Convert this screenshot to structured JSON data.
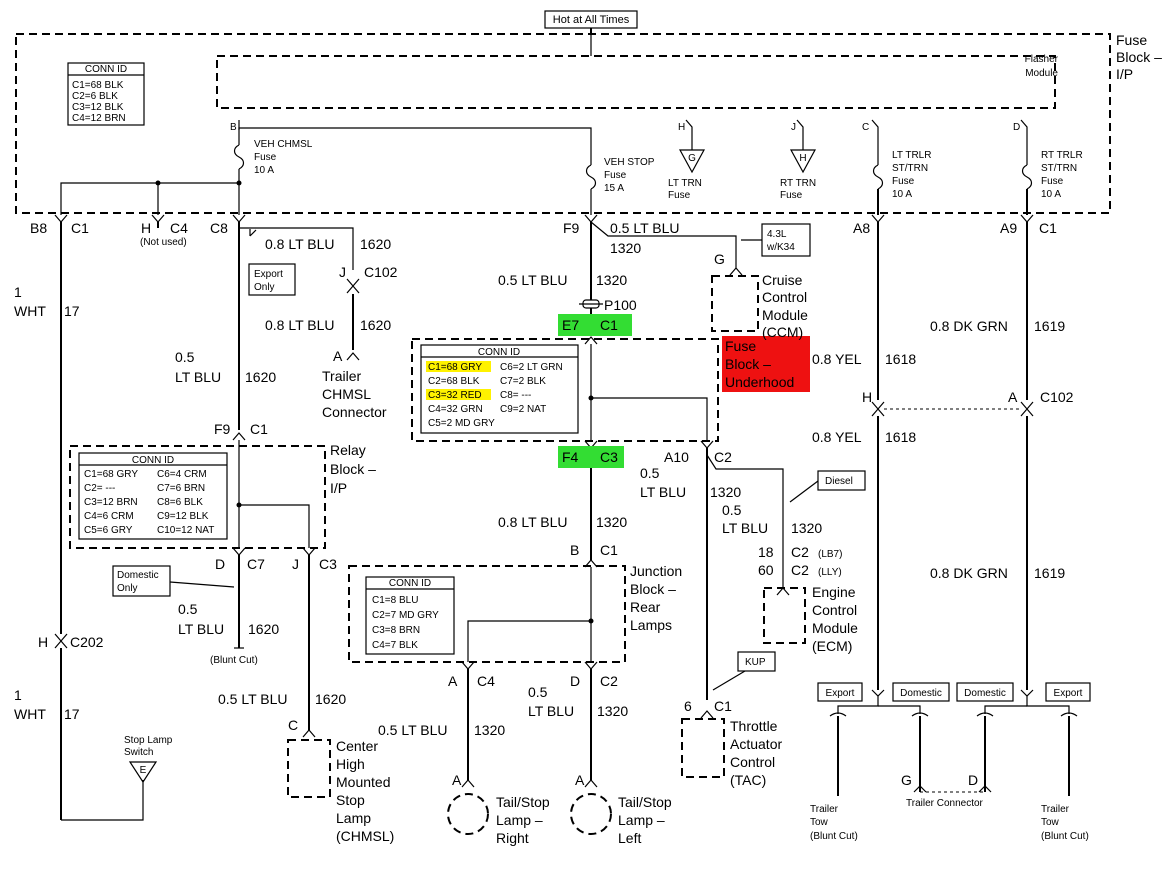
{
  "top": {
    "hot_label": "Hot at All Times"
  },
  "fuse_block_ip": {
    "title": [
      "Fuse",
      "Block –",
      "I/P"
    ],
    "flasher": [
      "Flasher",
      "Module"
    ],
    "conn_id": {
      "header": "CONN ID",
      "rows": [
        "C1=68 BLK",
        "C2=6 BLK",
        "C3=12 BLK",
        "C4=12 BRN"
      ]
    },
    "veh_chmsl": {
      "pin": "B",
      "name": "VEH CHMSL",
      "type": "Fuse",
      "rating": "10 A"
    },
    "veh_stop": {
      "name": "VEH STOP",
      "type": "Fuse",
      "rating": "15 A"
    },
    "lt_trn": {
      "pin": "H",
      "glyph": "G",
      "name": "LT TRN",
      "type": "Fuse"
    },
    "rt_trn": {
      "pin": "J",
      "glyph": "H",
      "name": "RT TRN",
      "type": "Fuse"
    },
    "lt_trlr": {
      "pin": "C",
      "name": [
        "LT TRLR",
        "ST/TRN"
      ],
      "type": "Fuse",
      "rating": "10 A"
    },
    "rt_trlr": {
      "pin": "D",
      "name": [
        "RT TRLR",
        "ST/TRN"
      ],
      "type": "Fuse",
      "rating": "10 A"
    },
    "connectors": {
      "b8": "B8",
      "c1a": "C1",
      "h": "H",
      "c4": "C4",
      "not_used": "(Not used)",
      "c8": "C8",
      "f9": "F9",
      "a8": "A8",
      "a9": "A9",
      "c1b": "C1"
    }
  },
  "left": {
    "gauge1": "1",
    "color1": "WHT",
    "circuit1": "17",
    "h": "H",
    "c202": "C202",
    "gauge2": "1",
    "color2": "WHT",
    "circuit2": "17",
    "stop_switch": [
      "Stop Lamp",
      "Switch"
    ],
    "stop_switch_glyph": "E"
  },
  "chmsl_wire": {
    "label": "0.8 LT BLU",
    "circuit": "1620",
    "export_only": [
      "Export",
      "Only"
    ],
    "pin_j": "J",
    "c102": "C102",
    "label2": "0.8 LT BLU",
    "circuit2": "1620",
    "pin_a": "A",
    "conn": [
      "Trailer",
      "CHMSL",
      "Connector"
    ],
    "gauge": "0.5",
    "color": "LT BLU",
    "circuit3": "1620"
  },
  "relay_block": {
    "f9": "F9",
    "c1": "C1",
    "title": [
      "Relay",
      "Block –",
      "I/P"
    ],
    "conn_id": {
      "header": "CONN ID",
      "left": [
        "C1=68 GRY",
        "C2= ---",
        "C3=12 BRN",
        "C4=6 CRM",
        "C5=6 GRY"
      ],
      "right": [
        "C6=4 CRM",
        "C7=6 BRN",
        "C8=6 BLK",
        "C9=12 BLK",
        "C10=12 NAT"
      ]
    },
    "d": "D",
    "c7": "C7",
    "j": "J",
    "c3": "C3",
    "domestic_only": [
      "Domestic",
      "Only"
    ],
    "gauge": "0.5",
    "color": "LT BLU",
    "circuit": "1620",
    "blunt_cut": "(Blunt Cut)",
    "wire2": "0.5 LT BLU",
    "circuit2": "1620",
    "pin_c": "C",
    "chmsl_lamp": [
      "Center",
      "High",
      "Mounted",
      "Stop",
      "Lamp",
      "(CHMSL)"
    ]
  },
  "center": {
    "wire_top": "0.5 LT BLU",
    "circuit_top": "1320",
    "p100": "P100",
    "e7": "E7",
    "c1": "C1",
    "conn_id": {
      "header": "CONN ID",
      "left": [
        "C1=68 GRY",
        "C2=68 BLK",
        "C3=32 RED",
        "C4=32 GRN",
        "C5=2 MD GRY"
      ],
      "right": [
        "C6=2 LT GRN",
        "C7=2 BLK",
        "C8= ---",
        "C9=2 NAT"
      ],
      "highlighted": [
        "C1=68 GRY",
        "C3=32 RED"
      ]
    },
    "fuse_underhood": [
      "Fuse",
      "Block –",
      "Underhood"
    ],
    "f4": "F4",
    "c3": "C3",
    "wire_mid": "0.8 LT BLU",
    "circuit_mid": "1320",
    "b": "B",
    "c1b": "C1",
    "junction_block": [
      "Junction",
      "Block –",
      "Rear",
      "Lamps"
    ],
    "jb_conn_id": {
      "header": "CONN ID",
      "rows": [
        "C1=8 BLU",
        "C2=7 MD GRY",
        "C3=8 BRN",
        "C4=7 BLK"
      ]
    },
    "a": "A",
    "c4": "C4",
    "d": "D",
    "c2": "C2",
    "wire_r": "0.5 LT BLU",
    "circuit_r": "1320",
    "wire_l_gauge": "0.5",
    "wire_l_color": "LT BLU",
    "circuit_l": "1320",
    "lamp_a1": "A",
    "lamp_a2": "A",
    "tail_right": [
      "Tail/Stop",
      "Lamp –",
      "Right"
    ],
    "tail_left": [
      "Tail/Stop",
      "Lamp –",
      "Left"
    ],
    "f9_wire": "0.5 LT BLU",
    "f9_circuit": "1320",
    "opt": [
      "4.3L",
      "w/K34"
    ],
    "g": "G",
    "ccm": [
      "Cruise",
      "Control",
      "Module",
      "(CCM)"
    ],
    "a10": "A10",
    "c2b": "C2",
    "wire_ecm_gauge": "0.5",
    "wire_ecm_color": "LT BLU",
    "circuit_ecm": "1320",
    "diesel": "Diesel",
    "wire_d_gauge": "0.5",
    "wire_d_color": "LT BLU",
    "circuit_d": "1320",
    "pin18": "18",
    "c2_lb7": "C2",
    "lb7": "(LB7)",
    "pin60": "60",
    "c2_lly": "C2",
    "lly": "(LLY)",
    "ecm": [
      "Engine",
      "Control",
      "Module",
      "(ECM)"
    ],
    "kup": "KUP",
    "pin6": "6",
    "c1c": "C1",
    "tac": [
      "Throttle",
      "Actuator",
      "Control",
      "(TAC)"
    ]
  },
  "right": {
    "wire1": "0.8 YEL",
    "circuit1": "1618",
    "wire2": "0.8 DK GRN",
    "circuit2": "1619",
    "h": "H",
    "a": "A",
    "c102": "C102",
    "wire3": "0.8 YEL",
    "circuit3": "1618",
    "wire4": "0.8 DK GRN",
    "circuit4": "1619",
    "export1": "Export",
    "domestic1": "Domestic",
    "domestic2": "Domestic",
    "export2": "Export",
    "g": "G",
    "d": "D",
    "trailer_connector": "Trailer Connector",
    "tow_left": [
      "Trailer",
      "Tow",
      "(Blunt Cut)"
    ],
    "tow_right": [
      "Trailer",
      "Tow",
      "(Blunt Cut)"
    ]
  },
  "colors": {
    "green": "#33dd33",
    "red": "#ee1111",
    "highlight": "#fff200"
  }
}
